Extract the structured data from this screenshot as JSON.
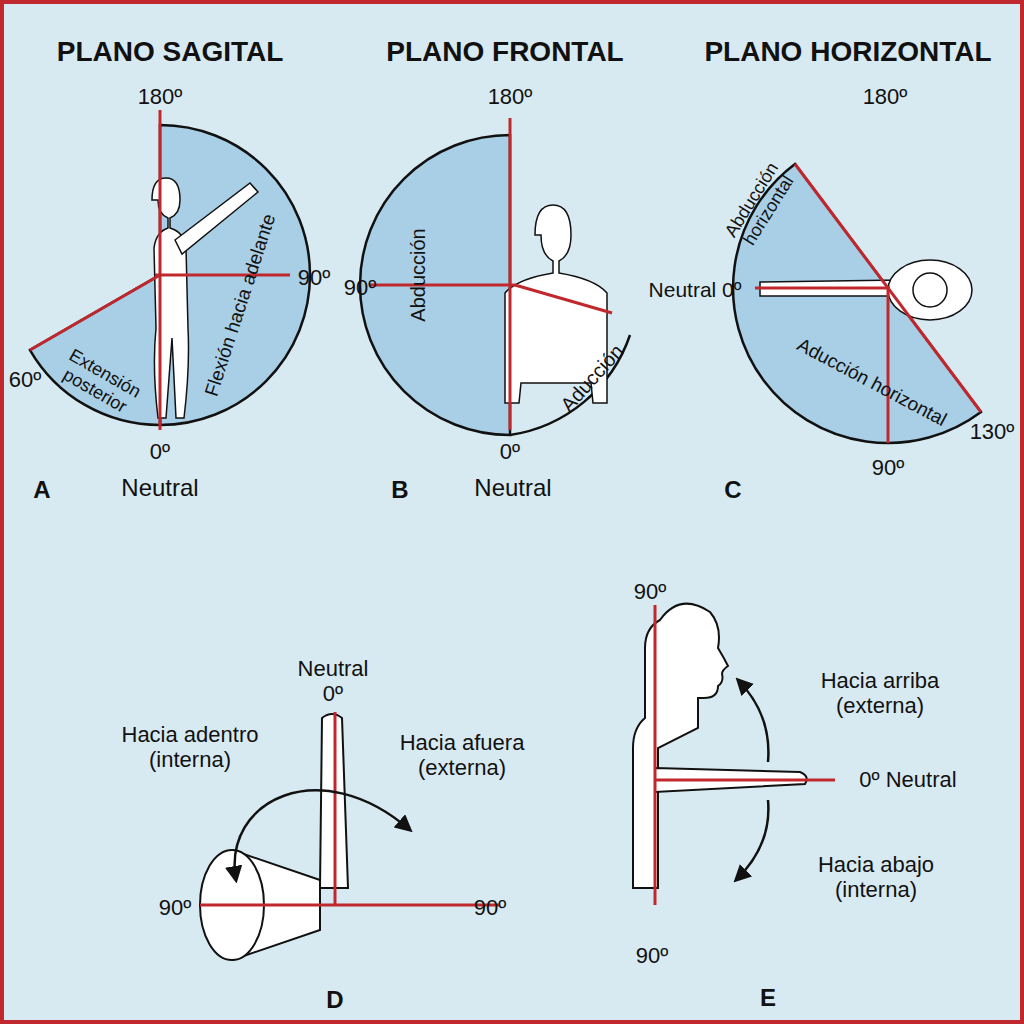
{
  "diagram": {
    "labels": [
      "PLANO SAGITAL",
      "PLANO FRONTAL",
      "PLANO HORIZONTAL",
      "180º",
      "90º",
      "60º",
      "0º",
      "Neutral",
      "Extensión posterior",
      "Flexión hacia adelante",
      "A",
      "180º",
      "90º",
      "0º",
      "Neutral",
      "Abducción",
      "Aducción",
      "B",
      "180º",
      "Abducción horizontal",
      "Neutral 0º",
      "Aducción horizontal",
      "90º",
      "130º",
      "C",
      "Neutral 0º",
      "Hacia adentro (interna)",
      "Hacia afuera (externa)",
      "90º",
      "90º",
      "D",
      "90º",
      "Hacia arriba (externa)",
      "0º Neutral",
      "Hacia abajo (interna)",
      "90º",
      "E"
    ]
  }
}
